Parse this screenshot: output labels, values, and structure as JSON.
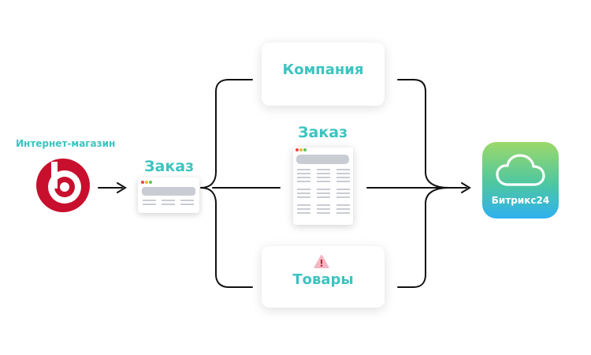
{
  "shop": {
    "label": "Интернет-магазин",
    "logo_color": "#c8102e",
    "icon": "1c-bitrix-logo-icon"
  },
  "order_small": {
    "label": "Заказ"
  },
  "order_center": {
    "label": "Заказ"
  },
  "company": {
    "label": "Компания"
  },
  "goods": {
    "label": "Товары",
    "warning_icon": "warning-icon",
    "warning_color": "#f4b6c2"
  },
  "bitrix24": {
    "label": "Битрикс24",
    "icon": "cloud-icon"
  },
  "colors": {
    "accent": "#3cc4c0",
    "line": "#111111",
    "doc_bar": "#c9ccd3"
  }
}
